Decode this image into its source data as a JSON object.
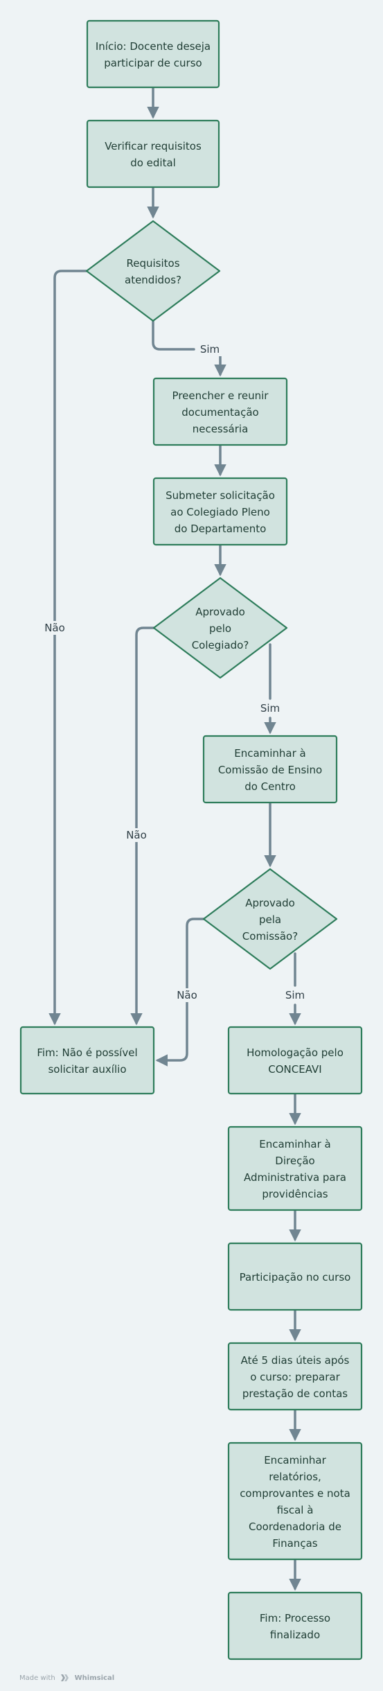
{
  "colors": {
    "background": "#eef3f5",
    "node_fill": "#d1e3df",
    "node_stroke": "#2e7d5b",
    "node_text": "#1f3d34",
    "edge": "#708591",
    "edge_label": "#2f3e46"
  },
  "nodes": {
    "start": [
      "Início: Docente deseja",
      "participar de curso"
    ],
    "verify": [
      "Verificar requisitos",
      "do edital"
    ],
    "requirements": [
      "Requisitos",
      "atendidos?"
    ],
    "prepare_docs": [
      "Preencher e reunir",
      "documentação",
      "necessária"
    ],
    "submit": [
      "Submeter solicitação",
      "ao Colegiado Pleno",
      "do Departamento"
    ],
    "approved_colegiado": [
      "Aprovado",
      "pelo",
      "Colegiado?"
    ],
    "forward_commission": [
      "Encaminhar à",
      "Comissão de Ensino",
      "do Centro"
    ],
    "approved_commission": [
      "Aprovado",
      "pela",
      "Comissão?"
    ],
    "end_denied": [
      "Fim: Não é possível",
      "solicitar auxílio"
    ],
    "homologation": [
      "Homologação pelo",
      "CONCEAVI"
    ],
    "forward_direction": [
      "Encaminhar à",
      "Direção",
      "Administrativa para",
      "providências"
    ],
    "participation": [
      "Participação no curso"
    ],
    "accountability": [
      "Até 5 dias úteis após",
      "o curso: preparar",
      "prestação de contas"
    ],
    "forward_reports": [
      "Encaminhar",
      "relatórios,",
      "comprovantes e nota",
      "fiscal à",
      "Coordenadoria de",
      "Finanças"
    ],
    "end_finished": [
      "Fim: Processo",
      "finalizado"
    ]
  },
  "edge_labels": {
    "req_yes": "Sim",
    "req_no": "Não",
    "colegiado_yes": "Sim",
    "colegiado_no": "Não",
    "commission_yes": "Sim",
    "commission_no": "Não"
  },
  "footer": {
    "made_with": "Made with",
    "brand": "Whimsical"
  }
}
